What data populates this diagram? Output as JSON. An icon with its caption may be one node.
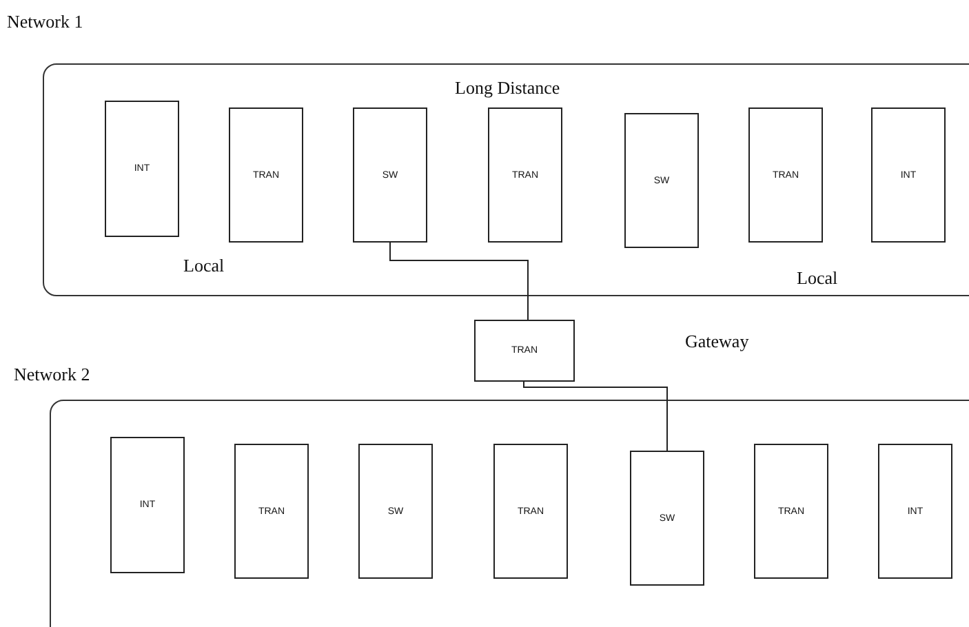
{
  "diagram": {
    "nodes": [
      {
        "text": [
          "Network 1",
          "Long Distance",
          "Local",
          "Local"
        ]
      },
      {
        "text": [
          "INT"
        ],
        "in": 0
      },
      {
        "text": [
          "TRAN"
        ],
        "in": 0
      },
      {
        "text": [
          "SW"
        ],
        "in": 0
      },
      {
        "text": [
          "TRAN"
        ],
        "in": 0
      },
      {
        "text": [
          "SW"
        ],
        "in": 0
      },
      {
        "text": [
          "TRAN"
        ],
        "in": 0
      },
      {
        "text": [
          "INT"
        ],
        "in": 0
      },
      {
        "text": [
          "TRAN"
        ]
      },
      {
        "text": [
          "Network 2"
        ]
      },
      {
        "text": [
          "INT"
        ],
        "in": 9
      },
      {
        "text": [
          "TRAN"
        ],
        "in": 9
      },
      {
        "text": [
          "SW"
        ],
        "in": 9
      },
      {
        "text": [
          "TRAN"
        ],
        "in": 9
      },
      {
        "text": [
          "SW"
        ],
        "in": 9
      },
      {
        "text": [
          "TRAN"
        ],
        "in": 9
      },
      {
        "text": [
          "INT"
        ],
        "in": 9
      }
    ],
    "edges": [
      {
        "from": 3,
        "to": 8,
        "arrow": "none"
      },
      {
        "from": 8,
        "to": 14,
        "arrow": "none"
      }
    ],
    "labels": [
      "Gateway"
    ]
  }
}
